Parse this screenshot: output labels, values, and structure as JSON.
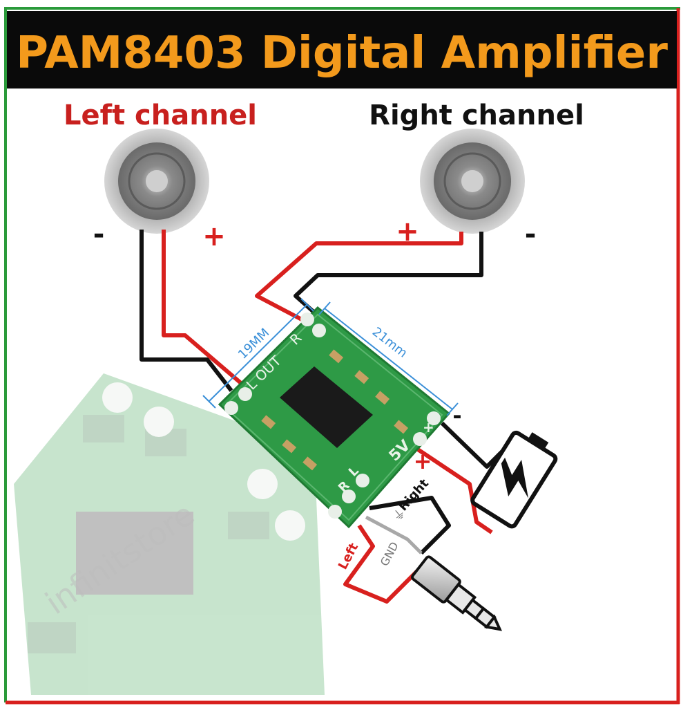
{
  "title": "PAM8403 Digital Amplifier",
  "speakers": {
    "left": {
      "label": "Left channel",
      "minus": "-",
      "plus": "+"
    },
    "right": {
      "label": "Right channel",
      "minus": "-",
      "plus": "+"
    }
  },
  "board": {
    "width_label": "19MM",
    "height_label": "21mm",
    "pads": {
      "left_out": "L OUT",
      "right_out": "R",
      "power": "5V",
      "plus": "+",
      "minus": "-",
      "l": "L",
      "r": "R"
    }
  },
  "battery": {
    "minus": "-",
    "plus": "+"
  },
  "jack": {
    "right": "Right",
    "left": "Left",
    "gnd": "GND",
    "ground_symbol": "⏚"
  },
  "watermark": "infinitstore",
  "colors": {
    "title_bar": "#0a0a0a",
    "title_text": "#f39a1c",
    "left_label": "#c8201e",
    "right_label": "#111111",
    "wire_red": "#d8201e",
    "wire_black": "#111111",
    "pcb": "#2e9a46",
    "frame_green": "#2a9a3a",
    "frame_red": "#d8201e",
    "dimension": "#3a8fd8"
  }
}
